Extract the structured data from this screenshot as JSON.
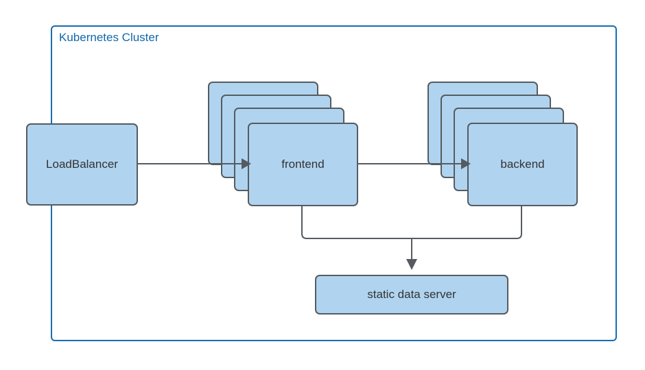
{
  "diagram": {
    "title": "Kubernetes Cluster",
    "type": "architecture-diagram",
    "background_color": "#ffffff",
    "cluster": {
      "label": "Kubernetes Cluster",
      "border_color": "#166cb0",
      "title_color": "#1267ad"
    },
    "node_style": {
      "fill_color": "#b0d4f0",
      "border_color": "#555b60",
      "text_color": "#333333"
    },
    "edge_color": "#555b60",
    "nodes": [
      {
        "id": "loadbalancer",
        "label": "LoadBalancer",
        "shape": "rounded-rectangle",
        "stacked": false,
        "inside_cluster": false
      },
      {
        "id": "frontend",
        "label": "frontend",
        "shape": "rounded-rectangle",
        "stacked": true,
        "replicas": 4,
        "inside_cluster": true
      },
      {
        "id": "backend",
        "label": "backend",
        "shape": "rounded-rectangle",
        "stacked": true,
        "replicas": 4,
        "inside_cluster": true
      },
      {
        "id": "static-data-server",
        "label": "static data server",
        "shape": "rounded-rectangle",
        "stacked": false,
        "inside_cluster": true
      }
    ],
    "edges": [
      {
        "from": "loadbalancer",
        "to": "frontend",
        "arrow": true
      },
      {
        "from": "frontend",
        "to": "backend",
        "arrow": true
      },
      {
        "from": "frontend",
        "to": "static-data-server",
        "arrow": true
      },
      {
        "from": "backend",
        "to": "static-data-server",
        "arrow": true
      }
    ]
  }
}
